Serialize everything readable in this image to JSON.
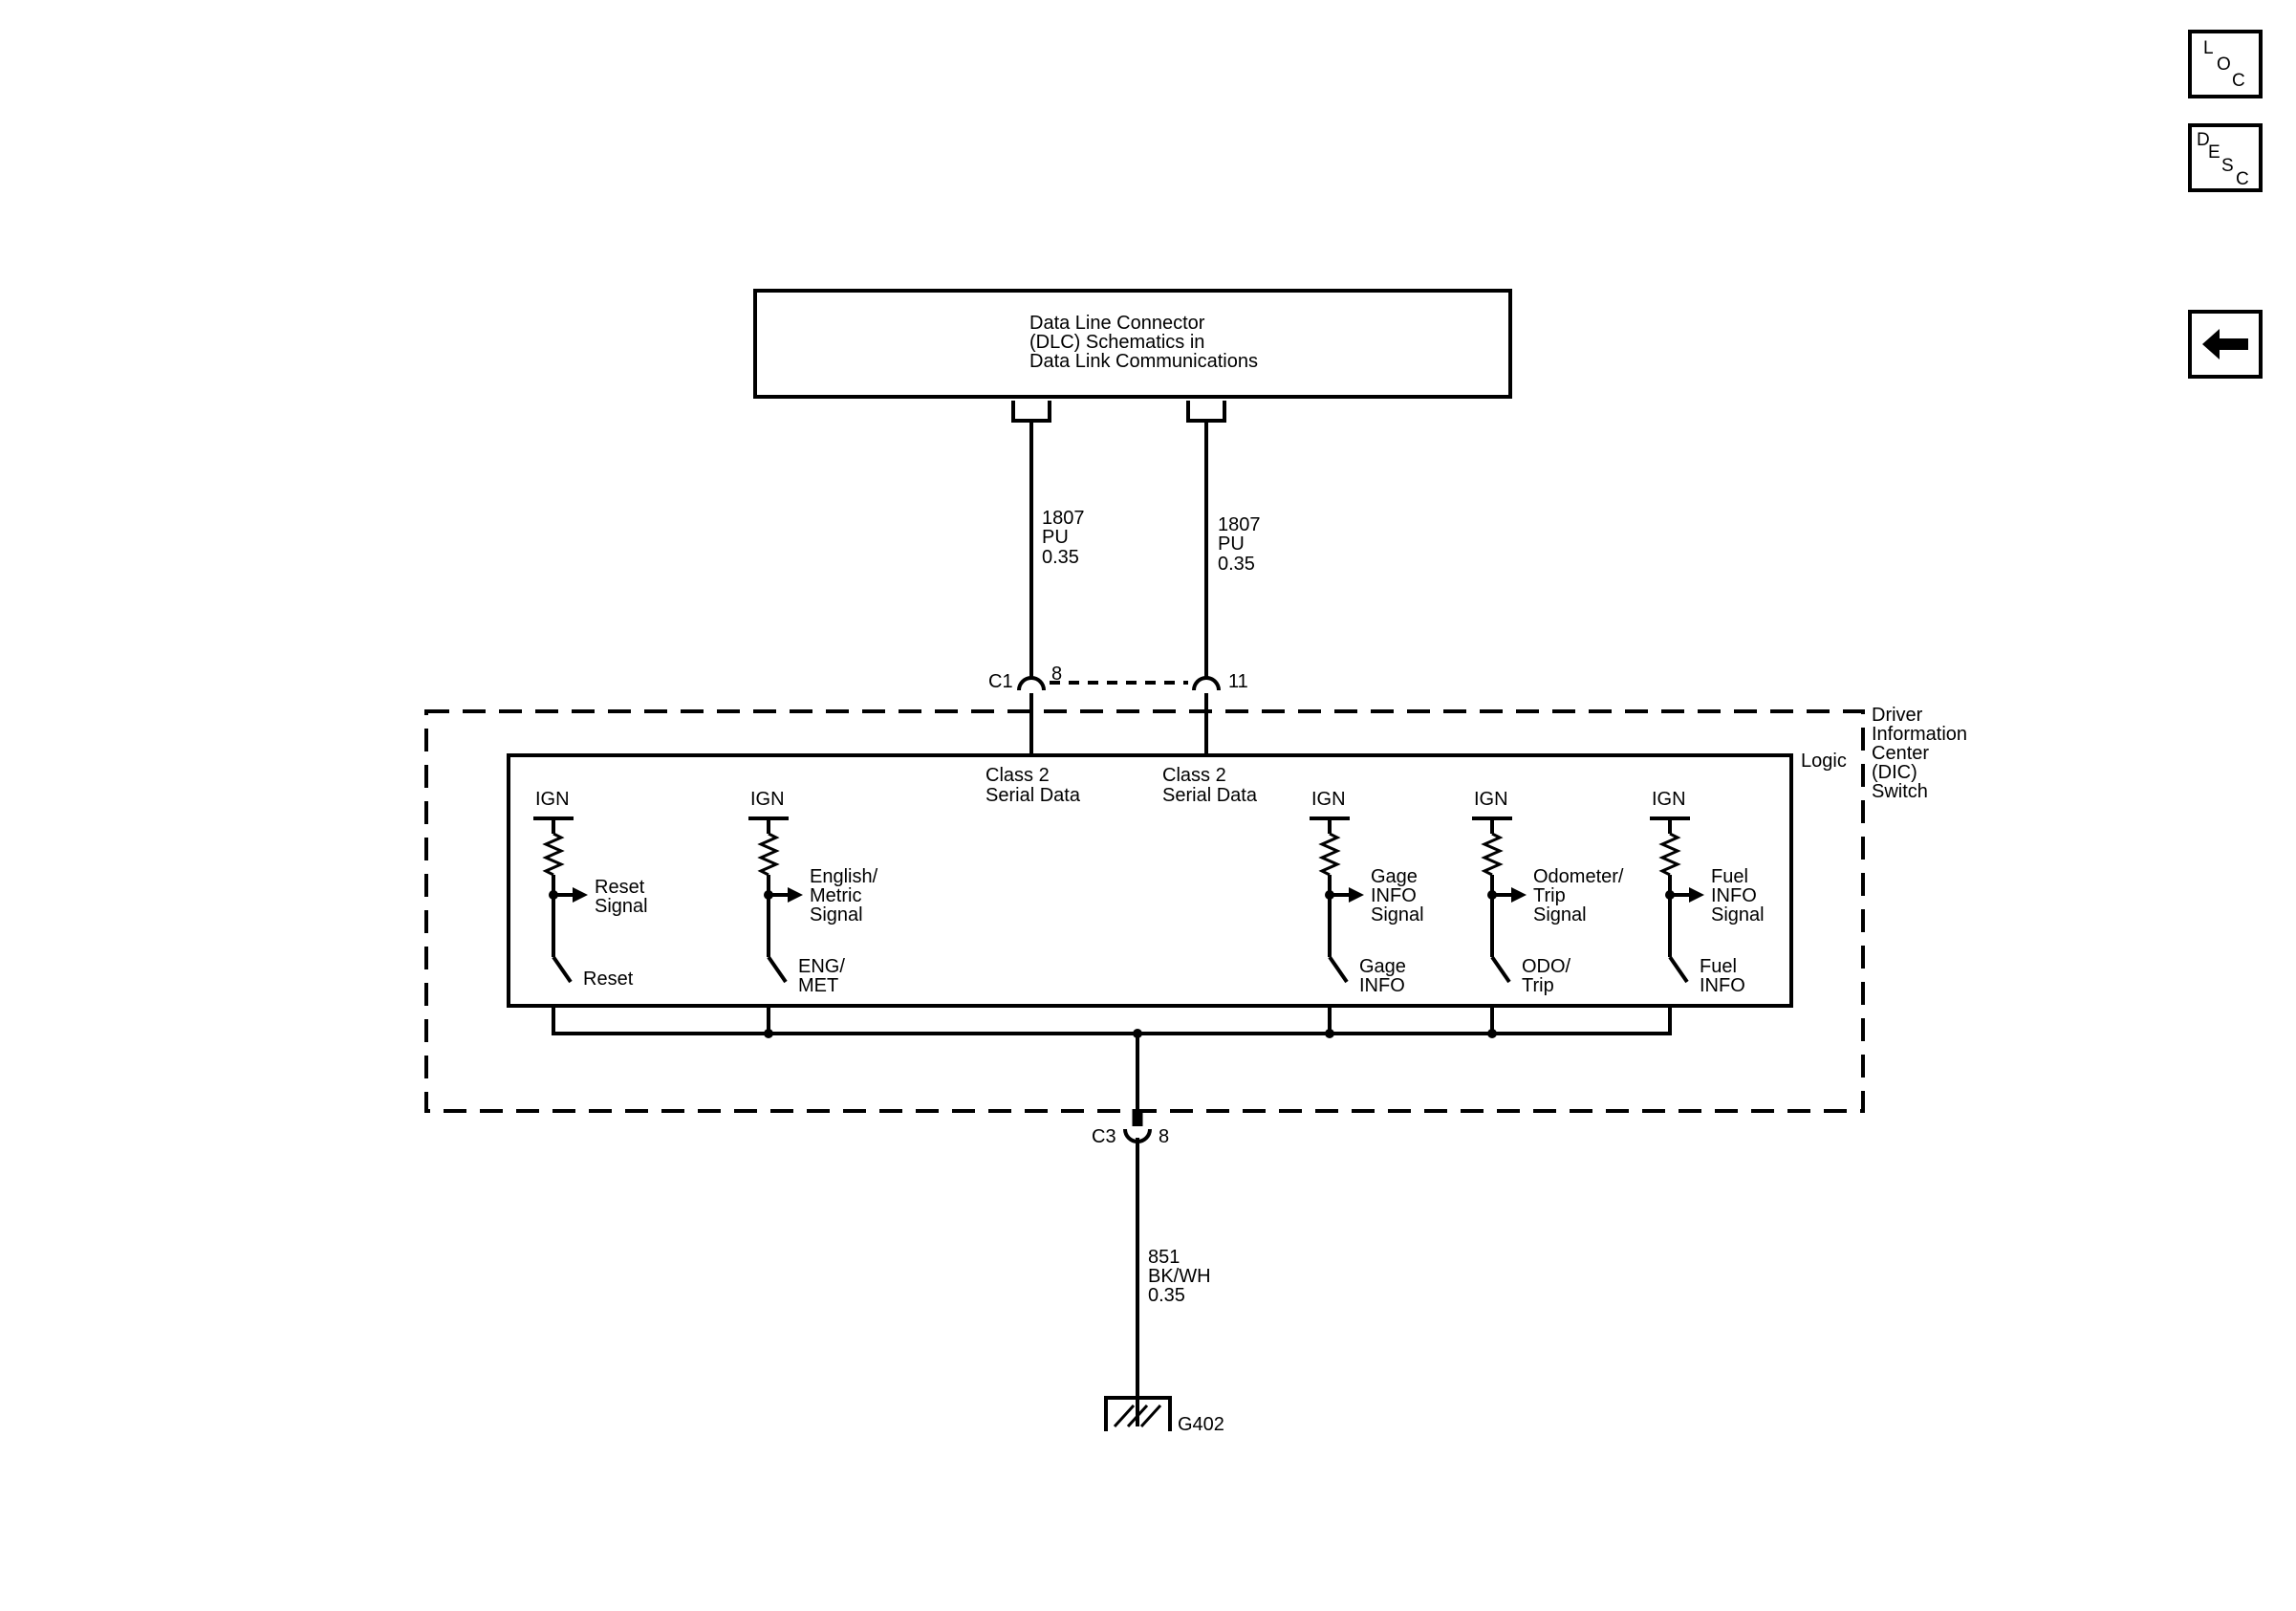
{
  "nav": {
    "loc": {
      "letters": [
        "L",
        "O",
        "C"
      ]
    },
    "desc": {
      "letters": [
        "D",
        "E",
        "S",
        "C"
      ]
    },
    "back_icon": "left-arrow-icon"
  },
  "dlc_box": {
    "lines": [
      "Data Line Connector",
      "(DLC) Schematics in",
      "Data Link Communications"
    ]
  },
  "wires": {
    "left": {
      "circuit": "1807",
      "color": "PU",
      "size": "0.35"
    },
    "right": {
      "circuit": "1807",
      "color": "PU",
      "size": "0.35"
    },
    "ground": {
      "circuit": "851",
      "color": "BK/WH",
      "size": "0.35"
    }
  },
  "connectors": {
    "c1": {
      "name": "C1",
      "pin_left": "8",
      "pin_right": "11"
    },
    "c3": {
      "name": "C3",
      "pin": "8"
    }
  },
  "module": {
    "label": [
      "Driver",
      "Information",
      "Center",
      "(DIC)",
      "Switch"
    ],
    "logic_label": "Logic"
  },
  "serial_data": {
    "left": [
      "Class 2",
      "Serial Data"
    ],
    "right": [
      "Class 2",
      "Serial Data"
    ]
  },
  "switches": [
    {
      "ign": "IGN",
      "signal": [
        "Reset",
        "Signal"
      ],
      "switch": [
        "Reset"
      ]
    },
    {
      "ign": "IGN",
      "signal": [
        "English/",
        "Metric",
        "Signal"
      ],
      "switch": [
        "ENG/",
        "MET"
      ]
    },
    {
      "ign": "IGN",
      "signal": [
        "Gage",
        "INFO",
        "Signal"
      ],
      "switch": [
        "Gage",
        "INFO"
      ]
    },
    {
      "ign": "IGN",
      "signal": [
        "Odometer/",
        "Trip",
        "Signal"
      ],
      "switch": [
        "ODO/",
        "Trip"
      ]
    },
    {
      "ign": "IGN",
      "signal": [
        "Fuel",
        "INFO",
        "Signal"
      ],
      "switch": [
        "Fuel",
        "INFO"
      ]
    }
  ],
  "ground": {
    "name": "G402"
  }
}
